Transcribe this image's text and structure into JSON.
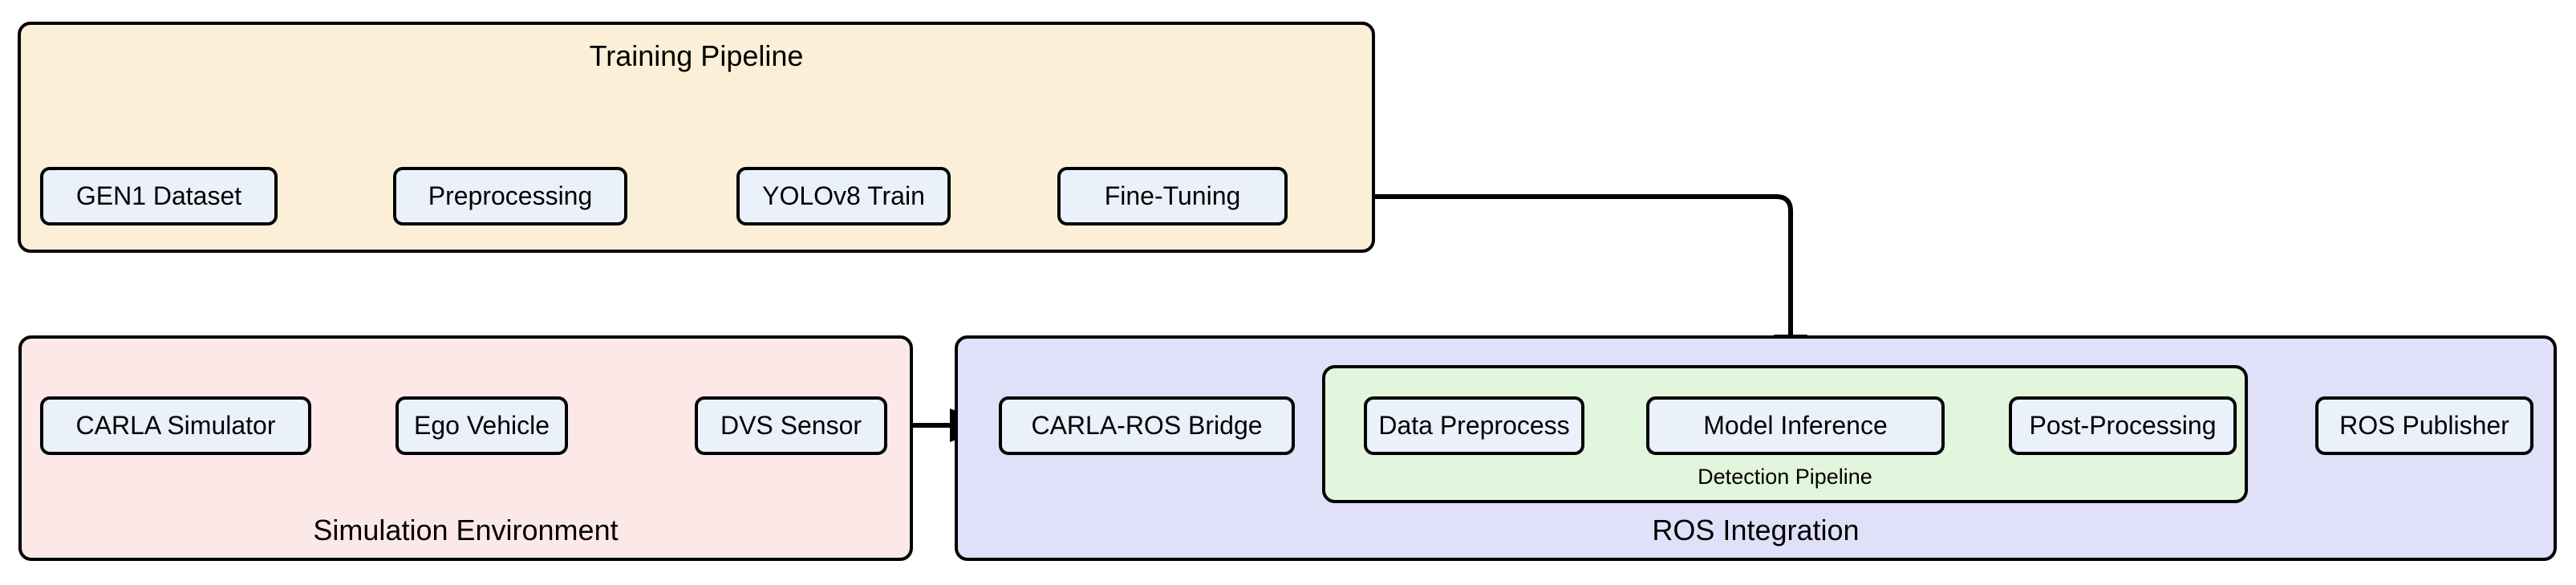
{
  "diagram": {
    "title_internal": "Event-Camera Detection System Architecture",
    "background": "#ffffff",
    "stroke": "#000000",
    "node_fill": "#eaf1fb",
    "groups": [
      {
        "id": "training",
        "label": "Training Pipeline",
        "fill": "#fcefd8",
        "label_position": "top"
      },
      {
        "id": "simulation",
        "label": "Simulation Environment",
        "fill": "#fce9e7",
        "label_position": "bottom"
      },
      {
        "id": "ros",
        "label": "ROS Integration",
        "fill": "#e0e0f8",
        "label_position": "bottom"
      },
      {
        "id": "detection",
        "label": "Detection Pipeline",
        "fill": "#e2f6dd",
        "label_position": "bottom"
      }
    ],
    "nodes": [
      {
        "id": "gen1",
        "label": "GEN1 Dataset",
        "group": "training"
      },
      {
        "id": "preprocess",
        "label": "Preprocessing",
        "group": "training"
      },
      {
        "id": "yolo",
        "label": "YOLOv8 Train",
        "group": "training"
      },
      {
        "id": "finetune",
        "label": "Fine-Tuning",
        "group": "training"
      },
      {
        "id": "carla",
        "label": "CARLA Simulator",
        "group": "simulation"
      },
      {
        "id": "ego",
        "label": "Ego Vehicle",
        "group": "simulation"
      },
      {
        "id": "dvs",
        "label": "DVS Sensor",
        "group": "simulation"
      },
      {
        "id": "bridge",
        "label": "CARLA-ROS Bridge",
        "group": "ros"
      },
      {
        "id": "dataprep",
        "label": "Data Preprocess",
        "group": "detection"
      },
      {
        "id": "inference",
        "label": "Model Inference",
        "group": "detection"
      },
      {
        "id": "postproc",
        "label": "Post-Processing",
        "group": "detection"
      },
      {
        "id": "publisher",
        "label": "ROS Publisher",
        "group": "ros"
      }
    ],
    "edges": [
      {
        "from": "gen1",
        "to": "preprocess",
        "style": "straight"
      },
      {
        "from": "preprocess",
        "to": "yolo",
        "style": "straight"
      },
      {
        "from": "yolo",
        "to": "finetune",
        "style": "straight"
      },
      {
        "from": "finetune",
        "to": "inference",
        "style": "orthogonal"
      },
      {
        "from": "carla",
        "to": "ego",
        "style": "straight"
      },
      {
        "from": "ego",
        "to": "dvs",
        "style": "straight"
      },
      {
        "from": "dvs",
        "to": "bridge",
        "style": "straight"
      },
      {
        "from": "bridge",
        "to": "dataprep",
        "style": "straight"
      },
      {
        "from": "dataprep",
        "to": "inference",
        "style": "straight"
      },
      {
        "from": "inference",
        "to": "postproc",
        "style": "straight"
      },
      {
        "from": "postproc",
        "to": "publisher",
        "style": "straight"
      }
    ]
  }
}
